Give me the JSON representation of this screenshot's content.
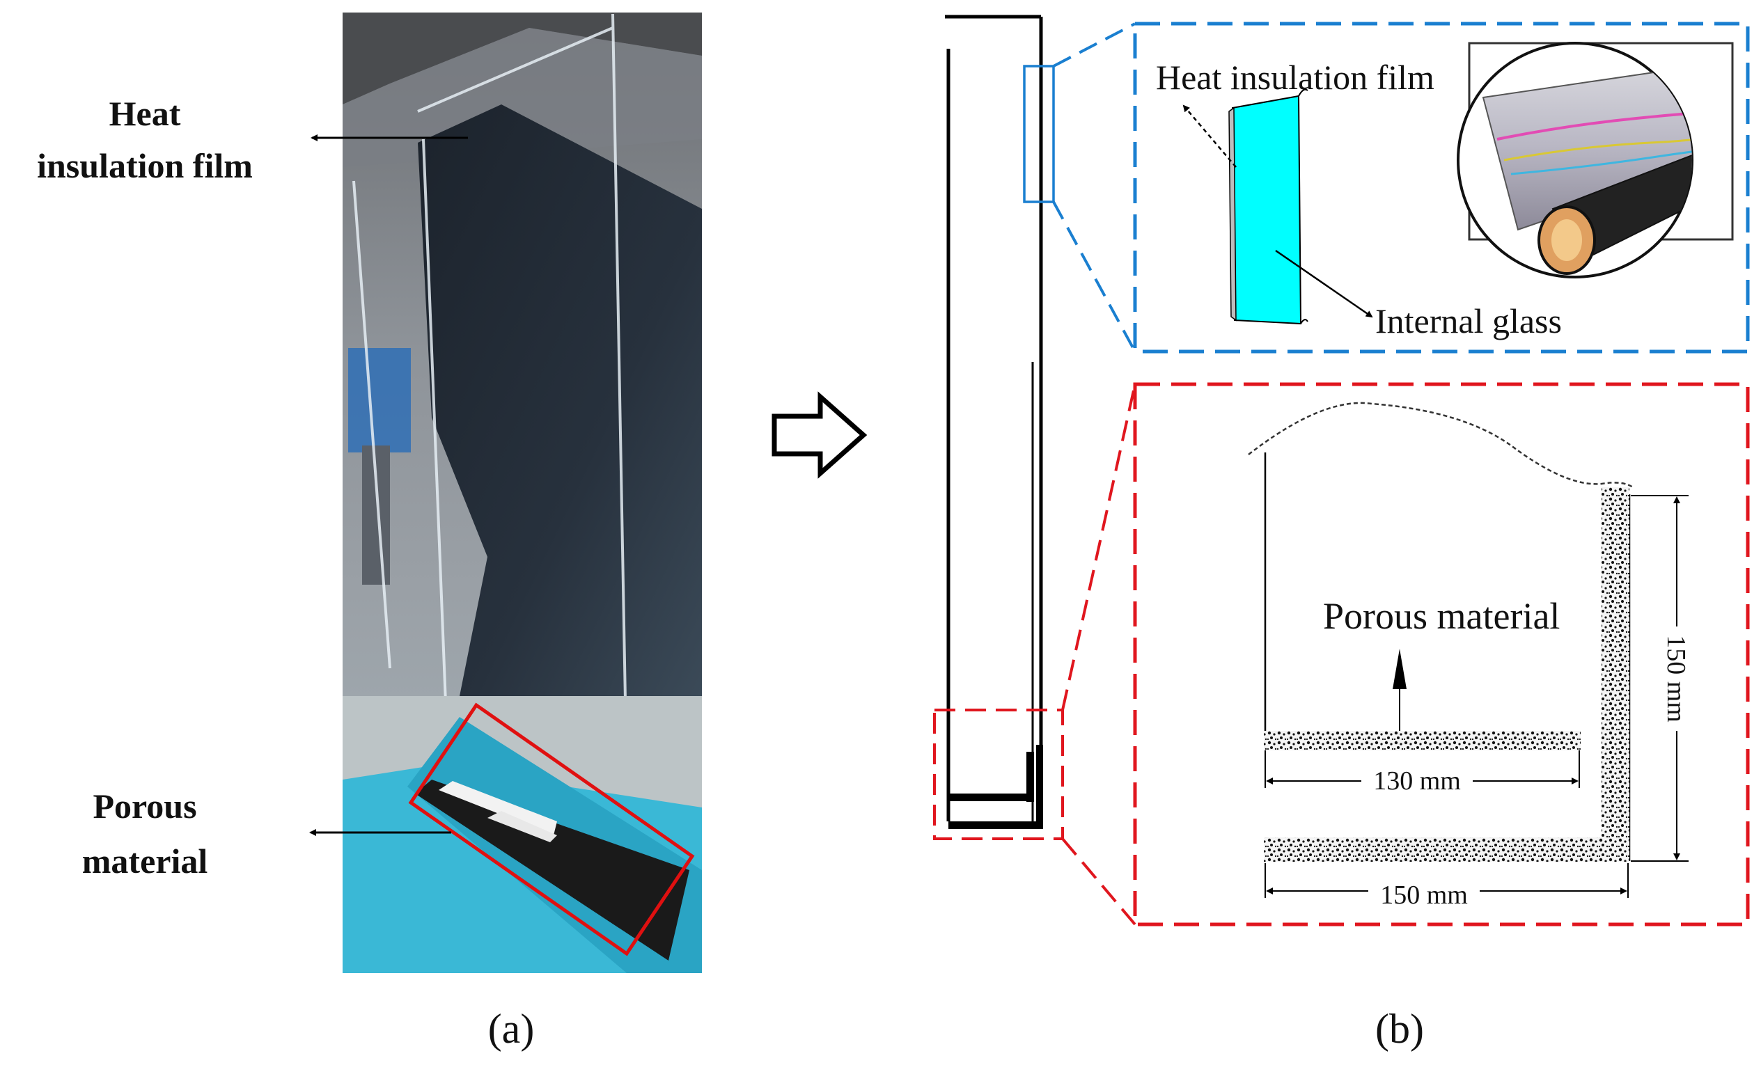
{
  "panel_a": {
    "caption": "(a)",
    "label_film_line1": "Heat",
    "label_film_line2": "insulation film",
    "label_porous_line1": "Porous",
    "label_porous_line2": "material"
  },
  "panel_b": {
    "caption": "(b)",
    "detail_top": {
      "label_film": "Heat insulation film",
      "label_glass": "Internal glass",
      "colors": {
        "frame": "#1a7fd0",
        "glass": "#00ffff"
      }
    },
    "detail_bottom": {
      "label_porous": "Porous material",
      "dim_inner_width": "130 mm",
      "dim_outer_width": "150 mm",
      "dim_height": "150 mm",
      "colors": {
        "frame": "#e0161e"
      }
    }
  },
  "colors": {
    "highlight_box": "#e01010",
    "tank_base": "#3ab8d6"
  }
}
